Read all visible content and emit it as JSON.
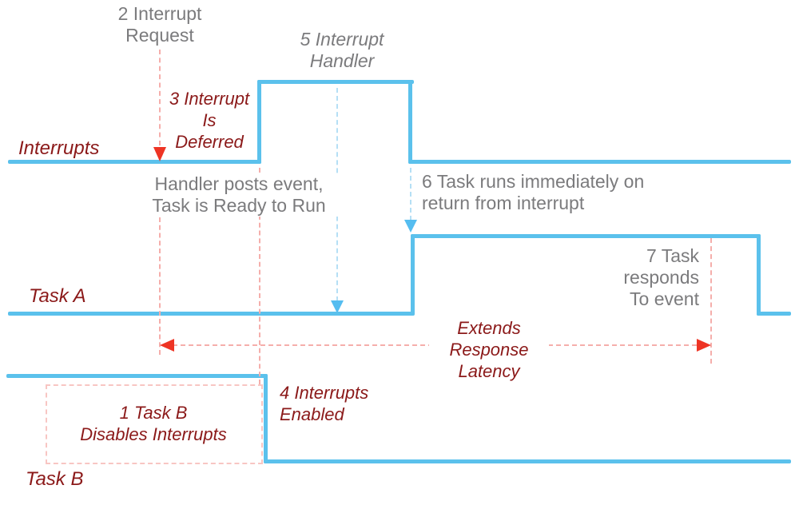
{
  "diagram_title": "Interrupt latency timing diagram",
  "colors": {
    "signal_blue": "#5bc1ec",
    "arrow_red": "#ee3424",
    "dashed_pink": "#f5aeab",
    "dashed_blue": "#b5dff5",
    "text_gray": "#7b7b7d",
    "text_dark_red": "#8b1919"
  },
  "row_labels": {
    "interrupts": "Interrupts",
    "task_a": "Task A",
    "task_b": "Task B"
  },
  "annotations": {
    "interrupt_request": "2 Interrupt\nRequest",
    "interrupt_handler": "5 Interrupt\nHandler",
    "interrupt_deferred": "3 Interrupt\nIs\nDeferred",
    "handler_posts": "Handler posts event,\nTask is Ready to Run",
    "task_runs": "6 Task runs immediately on\nreturn from interrupt",
    "task_responds": "7 Task\nresponds\nTo event",
    "extends_latency": "Extends\nResponse\nLatency",
    "task_b_disables": "1 Task B\nDisables Interrupts",
    "interrupts_enabled": "4 Interrupts\nEnabled"
  }
}
